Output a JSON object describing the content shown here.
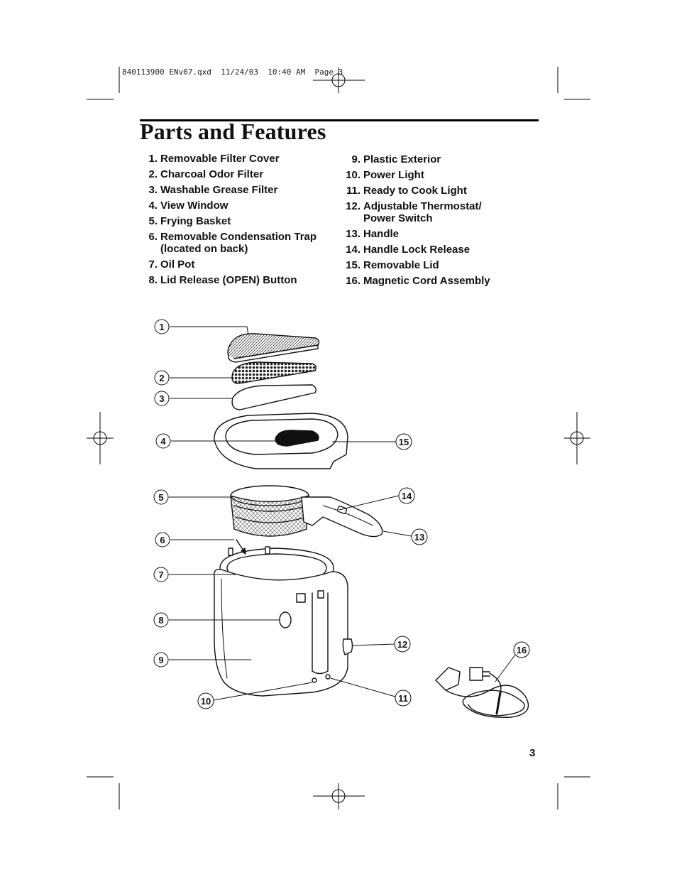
{
  "slug_line": "840113900 ENv07.qxd  11/24/03  10:40 AM  Page 3",
  "title": "Parts and Features",
  "parts_left": [
    {
      "num": "1.",
      "text": "Removable Filter Cover"
    },
    {
      "num": "2.",
      "text": "Charcoal Odor Filter"
    },
    {
      "num": "3.",
      "text": "Washable Grease Filter"
    },
    {
      "num": "4.",
      "text": "View Window"
    },
    {
      "num": "5.",
      "text": "Frying Basket"
    },
    {
      "num": "6.",
      "text": "Removable Condensation Trap (located on back)"
    },
    {
      "num": "7.",
      "text": "Oil Pot"
    },
    {
      "num": "8.",
      "text": "Lid Release (OPEN) Button"
    }
  ],
  "parts_right": [
    {
      "num": "9.",
      "text": "Plastic Exterior"
    },
    {
      "num": "10.",
      "text": "Power Light"
    },
    {
      "num": "11.",
      "text": "Ready to Cook Light"
    },
    {
      "num": "12.",
      "text": "Adjustable Thermostat/ Power Switch"
    },
    {
      "num": "13.",
      "text": "Handle"
    },
    {
      "num": "14.",
      "text": "Handle Lock Release"
    },
    {
      "num": "15.",
      "text": "Removable Lid"
    },
    {
      "num": "16.",
      "text": "Magnetic Cord Assembly"
    }
  ],
  "callouts": [
    "1",
    "2",
    "3",
    "4",
    "5",
    "6",
    "7",
    "8",
    "9",
    "10",
    "11",
    "12",
    "13",
    "14",
    "15",
    "16"
  ],
  "page_number": "3"
}
